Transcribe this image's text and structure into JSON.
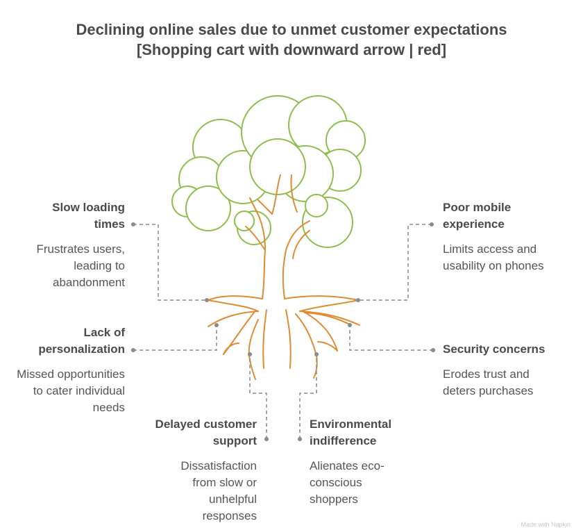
{
  "title": "Declining online sales due to unmet customer expectations [Shopping cart with downward arrow | red]",
  "colors": {
    "canopy": "#8dbf4a",
    "trunk": "#e08a32",
    "connector": "#8a8a8a",
    "text": "#4a4a4a"
  },
  "items": {
    "slow_loading": {
      "title": "Slow loading times",
      "desc": "Frustrates users, leading to abandonment"
    },
    "personalization": {
      "title": "Lack of personalization",
      "desc": "Missed opportunities to cater individual needs"
    },
    "support": {
      "title": "Delayed customer support",
      "desc": "Dissatisfaction from slow or unhelpful responses"
    },
    "mobile": {
      "title": "Poor mobile experience",
      "desc": "Limits access and usability on phones"
    },
    "security": {
      "title": "Security concerns",
      "desc": "Erodes trust and deters purchases"
    },
    "environment": {
      "title": "Environmental indifference",
      "desc": "Alienates eco-conscious shoppers"
    }
  },
  "watermark": "Made with Napkin"
}
